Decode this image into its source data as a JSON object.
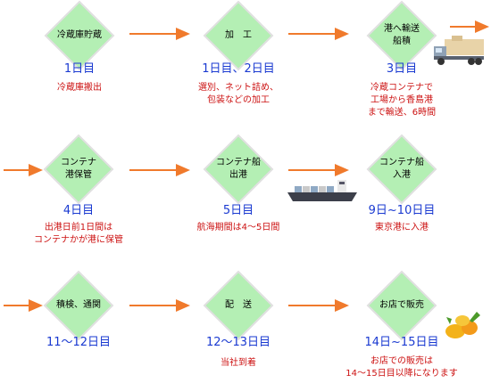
{
  "steps": [
    {
      "label": "冷蔵庫貯蔵",
      "day": "1日目",
      "desc": "冷蔵庫搬出"
    },
    {
      "label": "加　工",
      "day": "1日目、2日目",
      "desc": "選別、ネット詰め、\n包装などの加工"
    },
    {
      "label": "港へ輸送\n船積",
      "day": "3日目",
      "desc": "冷蔵コンテナで\n工場から香島港\nまで輸送、6時間"
    },
    {
      "label": "コンテナ\n港保管",
      "day": "4日目",
      "desc": "出港日前1日間は\nコンテナかが港に保管"
    },
    {
      "label": "コンテナ船\n出港",
      "day": "5日目",
      "desc": "航海期間は4～5日間"
    },
    {
      "label": "コンテナ船\n入港",
      "day": "9日~10日目",
      "desc": "東京港に入港"
    },
    {
      "label": "積検、通関",
      "day": "11～12日目",
      "desc": ""
    },
    {
      "label": "配　送",
      "day": "12～13日目",
      "desc": "当社到着"
    },
    {
      "label": "お店で販売",
      "day": "14日~15日目",
      "desc": "お店での販売は\n14～15日目以降になります"
    }
  ],
  "icons": {
    "truck": "truck-icon",
    "ship": "container-ship-icon",
    "produce": "produce-icon"
  },
  "colors": {
    "diamond_fill": "#b4efb4",
    "diamond_stroke": "#e0e0e0",
    "arrow": "#f07a2c",
    "day_text": "#1a3ad1",
    "desc_text": "#cc1111"
  }
}
